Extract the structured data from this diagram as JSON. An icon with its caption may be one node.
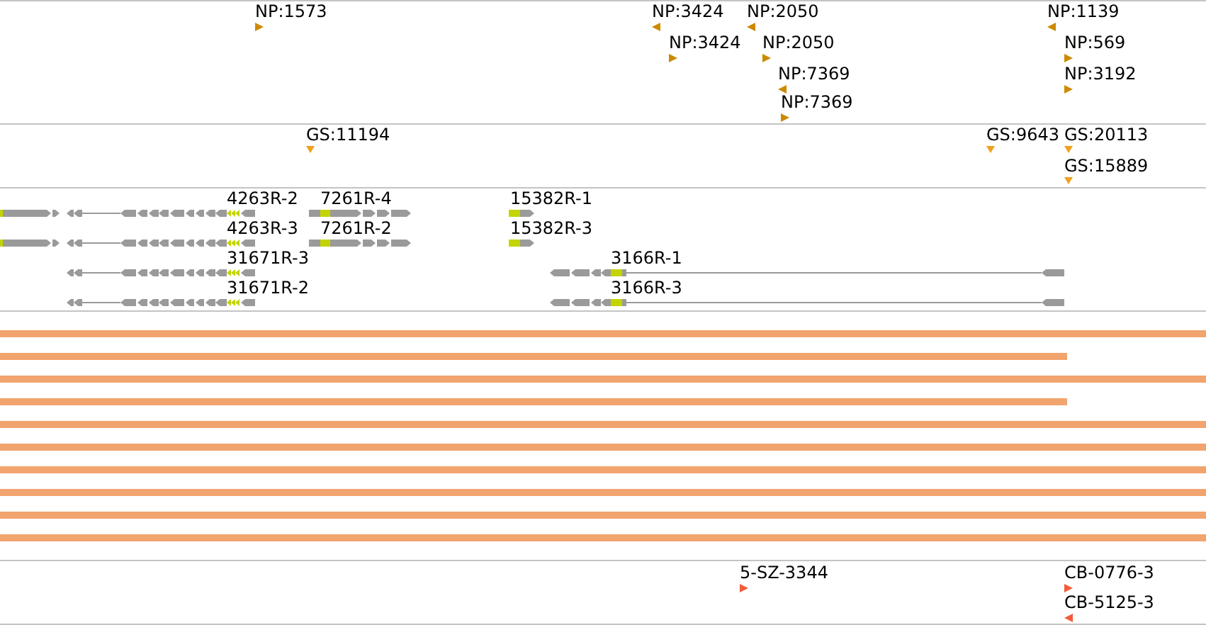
{
  "diagram": {
    "labels": [
      "NP:1573",
      "NP:3424",
      "NP:2050",
      "NP:1139",
      "NP:3424",
      "NP:2050",
      "NP:569",
      "NP:7369",
      "NP:3192",
      "NP:7369",
      "GS:11194",
      "GS:9643",
      "GS:20113",
      "GS:15889",
      "4263R-2",
      "7261R-4",
      "15382R-1",
      "4263R-3",
      "7261R-2",
      "15382R-3",
      "31671R-3",
      "3166R-1",
      "31671R-2",
      "3166R-3",
      "5-SZ-3344",
      "CB-0776-3",
      "CB-5125-3"
    ]
  }
}
